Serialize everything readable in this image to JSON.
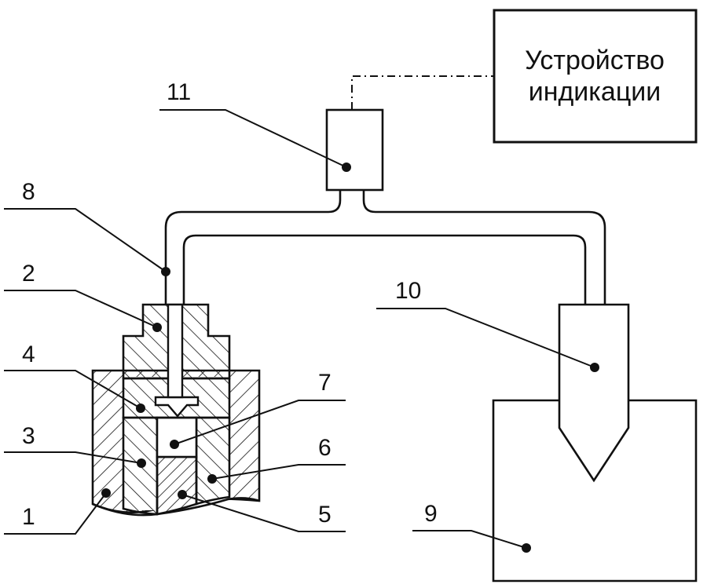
{
  "display_device": {
    "line1": "Устройство",
    "line2": "индикации"
  },
  "labels": {
    "l1": "1",
    "l2": "2",
    "l3": "3",
    "l4": "4",
    "l5": "5",
    "l6": "6",
    "l7": "7",
    "l8": "8",
    "l9": "9",
    "l10": "10",
    "l11": "11"
  },
  "colors": {
    "ink": "#111111",
    "paper": "#ffffff"
  }
}
